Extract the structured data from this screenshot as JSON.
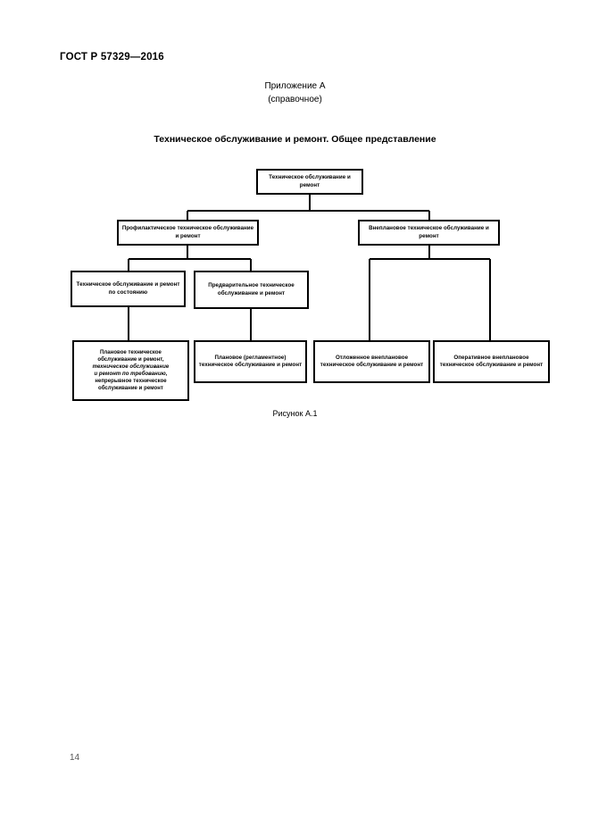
{
  "document": {
    "standard_header": "ГОСТ Р 57329—2016",
    "page_number": "14"
  },
  "appendix": {
    "name": "Приложение А",
    "kind": "(справочное)"
  },
  "figure": {
    "title": "Техническое обслуживание и ремонт. Общее представление",
    "caption": "Рисунок А.1"
  },
  "diagram": {
    "nodes": {
      "root": "Техническое обслуживание и ремонт",
      "preventive": "Профилактическое техническое обслуживание и ремонт",
      "unplanned": "Внеплановое техническое обслуживание и ремонт",
      "condition_based": "Техническое обслуживание и ремонт по состоянию",
      "predictive": "Предварительное техническое обслуживание и ремонт",
      "planned_line1": "Плановое техническое",
      "planned_line2": "обслуживание и ремонт,",
      "planned_line3": "техническое обслуживание",
      "planned_line4": "и ремонт по требованию,",
      "planned_line5": "непрерывное техническое",
      "planned_line6": "обслуживание и ремонт",
      "regulated": "Плановое (регламентное) техническое обслуживание и ремонт",
      "deferred": "Отложенное внеплановое техническое обслуживание и ремонт",
      "operative": "Оперативное внеплановое техническое обслуживание и ремонт"
    },
    "colors": {
      "line": "#000000",
      "box_border": "#000000",
      "box_fill": "#ffffff"
    }
  }
}
